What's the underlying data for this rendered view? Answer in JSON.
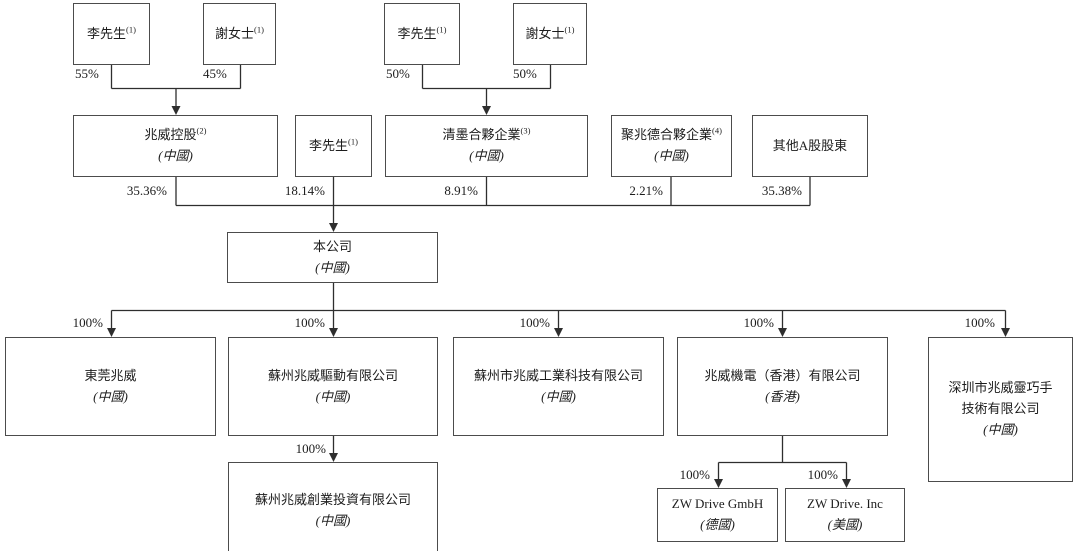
{
  "nodes": {
    "mr_li_top1": {
      "name": "李先生",
      "sup": "(1)",
      "region": ""
    },
    "ms_xie_top1": {
      "name": "謝女士",
      "sup": "(1)",
      "region": ""
    },
    "mr_li_top2": {
      "name": "李先生",
      "sup": "(1)",
      "region": ""
    },
    "ms_xie_top2": {
      "name": "謝女士",
      "sup": "(1)",
      "region": ""
    },
    "zhaowei_holdings": {
      "name": "兆威控股",
      "sup": "(2)",
      "region": "(中國)"
    },
    "mr_li_mid": {
      "name": "李先生",
      "sup": "(1)",
      "region": ""
    },
    "qingmo": {
      "name": "清墨合夥企業",
      "sup": "(3)",
      "region": "(中國)"
    },
    "juzhaode": {
      "name": "聚兆德合夥企業",
      "sup": "(4)",
      "region": "(中國)"
    },
    "other_a_holders": {
      "name": "其他A股股東",
      "sup": "",
      "region": ""
    },
    "company": {
      "name": "本公司",
      "sup": "",
      "region": "(中國)"
    },
    "dongguan": {
      "name": "東莞兆威",
      "sup": "",
      "region": "(中國)"
    },
    "suzhou_drive": {
      "name": "蘇州兆威驅動有限公司",
      "sup": "",
      "region": "(中國)"
    },
    "suzhou_industrial": {
      "name": "蘇州市兆威工業科技有限公司",
      "sup": "",
      "region": "(中國)"
    },
    "zhaowei_hk": {
      "name": "兆威機電（香港）有限公司",
      "sup": "",
      "region": "(香港)"
    },
    "shenzhen_hand": {
      "name": "深圳市兆威靈巧手\n技術有限公司",
      "sup": "",
      "region": "(中國)"
    },
    "suzhou_investment": {
      "name": "蘇州兆威創業投資有限公司",
      "sup": "",
      "region": "(中國)"
    },
    "zw_gmbh": {
      "name": "ZW Drive GmbH",
      "sup": "",
      "region": "(德國)"
    },
    "zw_inc": {
      "name": "ZW Drive. Inc",
      "sup": "",
      "region": "(美國)"
    }
  },
  "ownership": {
    "li_to_holdings": "55%",
    "xie_to_holdings": "45%",
    "li_to_qingmo": "50%",
    "xie_to_qingmo": "50%",
    "holdings_to_company": "35.36%",
    "li_to_company": "18.14%",
    "qingmo_to_company": "8.91%",
    "juzhaode_to_company": "2.21%",
    "other_to_company": "35.38%",
    "company_to_dongguan": "100%",
    "company_to_suzhou_drive": "100%",
    "company_to_suzhou_industrial": "100%",
    "company_to_hk": "100%",
    "company_to_shenzhen": "100%",
    "drive_to_investment": "100%",
    "hk_to_gmbh": "100%",
    "hk_to_inc": "100%"
  },
  "colors": {
    "line": "#2e2e2e",
    "border": "#4c4c4c",
    "text": "#1c1c1c",
    "background": "#ffffff"
  }
}
